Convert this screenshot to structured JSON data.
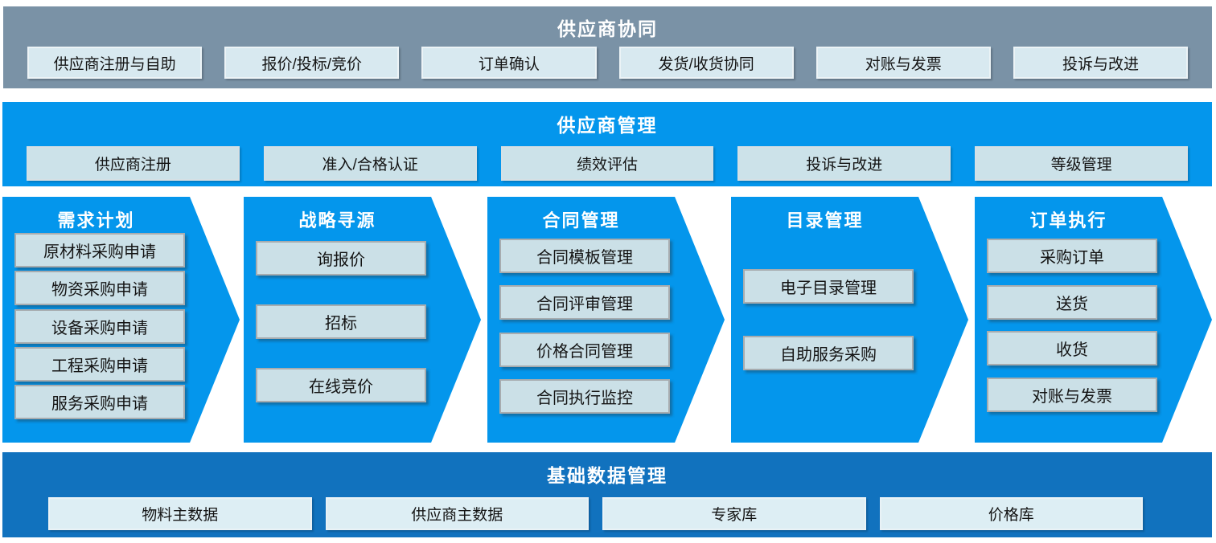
{
  "colors": {
    "collab_band_bg": "#7A92A6",
    "bright_blue": "#0496EC",
    "base_band_bg": "#1172BE",
    "collab_box_bg": "#D8E9F0",
    "supplier_box_bg": "#CCE2E9",
    "chevron_box_bg": "#CBE0E7",
    "base_box_bg": "#DDEEF4",
    "title_text": "#FFFFFF",
    "box_text": "#141414"
  },
  "collab_band": {
    "title": "供应商协同",
    "items": [
      "供应商注册与自助",
      "报价/投标/竞价",
      "订单确认",
      "发货/收货协同",
      "对账与发票",
      "投诉与改进"
    ]
  },
  "supplier_band": {
    "title": "供应商管理",
    "items": [
      "供应商注册",
      "准入/合格认证",
      "绩效评估",
      "投诉与改进",
      "等级管理"
    ]
  },
  "process_chevrons": [
    {
      "title": "需求计划",
      "items": [
        "原材料采购申请",
        "物资采购申请",
        "设备采购申请",
        "工程采购申请",
        "服务采购申请"
      ]
    },
    {
      "title": "战略寻源",
      "items": [
        "询报价",
        "招标",
        "在线竞价"
      ]
    },
    {
      "title": "合同管理",
      "items": [
        "合同模板管理",
        "合同评审管理",
        "价格合同管理",
        "合同执行监控"
      ]
    },
    {
      "title": "目录管理",
      "items": [
        "电子目录管理",
        "自助服务采购"
      ]
    },
    {
      "title": "订单执行",
      "items": [
        "采购订单",
        "送货",
        "收货",
        "对账与发票"
      ]
    }
  ],
  "base_band": {
    "title": "基础数据管理",
    "items": [
      "物料主数据",
      "供应商主数据",
      "专家库",
      "价格库"
    ]
  }
}
